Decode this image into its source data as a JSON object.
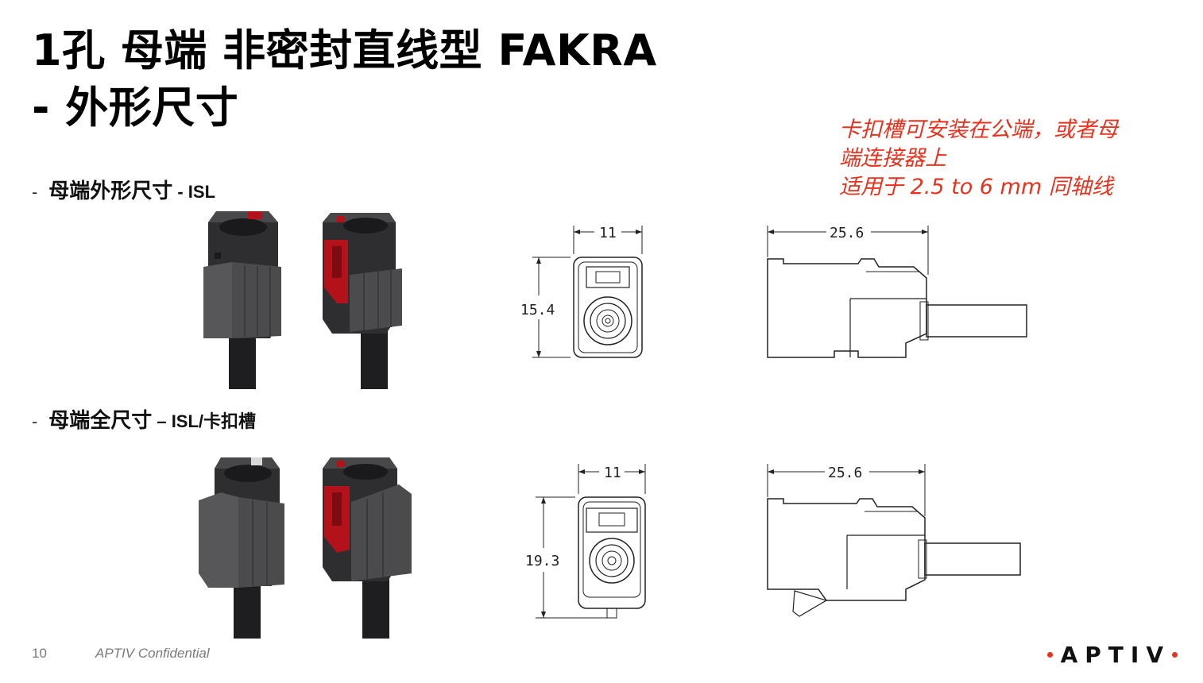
{
  "title": {
    "line1": "1孔 母端 非密封直线型 FAKRA",
    "line2": "- 外形尺寸"
  },
  "note": {
    "line1": "卡扣槽可安装在公端，或者母",
    "line2": "端连接器上",
    "line3": "适用于 2.5 to 6 mm 同轴线"
  },
  "sections": [
    {
      "dash": "-",
      "label": "母端外形尺寸",
      "suffix": " - ISL"
    },
    {
      "dash": "-",
      "label": "母端全尺寸",
      "suffix": " – ISL/卡扣槽"
    }
  ],
  "dimensions": {
    "top": {
      "front_width": "11",
      "front_height": "15.4",
      "side_length": "25.6"
    },
    "bottom": {
      "front_width": "11",
      "front_height": "19.3",
      "side_length": "25.6"
    }
  },
  "footer": {
    "page_number": "10",
    "confidential": "APTIV Confidential",
    "logo": "APTIV"
  },
  "colors": {
    "accent_red": "#e8321e",
    "connector_body": "#3a3a3c",
    "latch_red": "#b3121a"
  }
}
